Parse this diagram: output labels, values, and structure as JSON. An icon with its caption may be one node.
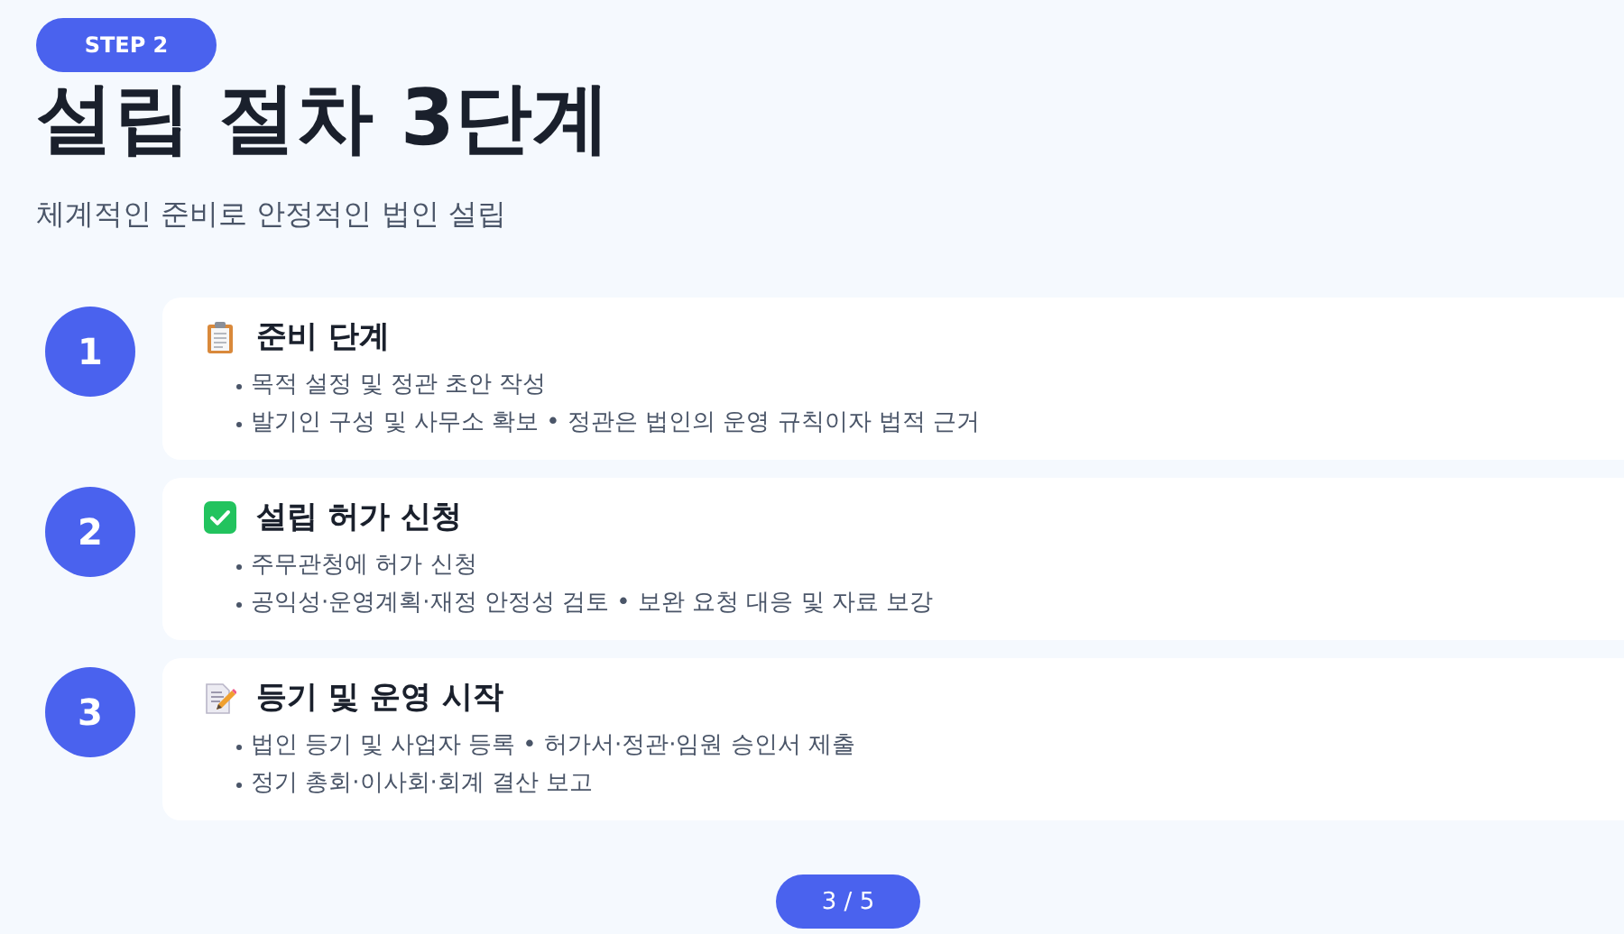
{
  "diagram": {
    "title": "설립 절차 3단계",
    "nodes": [
      {
        "text": [
          "1"
        ]
      },
      {
        "text": [
          "준비 단계",
          "목적 설정 및 정관 초안 작성",
          "발기인 구성 및 사무소 확보 • 정관은 법인의 운영 규칙이자 법적 근거"
        ]
      },
      {
        "text": [
          "2"
        ]
      },
      {
        "text": [
          "설립 허가 신청",
          "주무관청에 허가 신청",
          "공익성·운영계획·재정 안정성 검토 • 보완 요청 대응 및 자료 보강"
        ]
      },
      {
        "text": [
          "3"
        ]
      },
      {
        "text": [
          "등기 및 운영 시작",
          "법인 등기 및 사업자 등록 • 허가서·정관·임원 승인서 제출",
          "정기 총회·이사회·회계 결산 보고"
        ]
      }
    ],
    "labels": [
      "STEP 2",
      "체계적인 준비로 안정적인 법인 설립",
      "3 / 5"
    ]
  }
}
